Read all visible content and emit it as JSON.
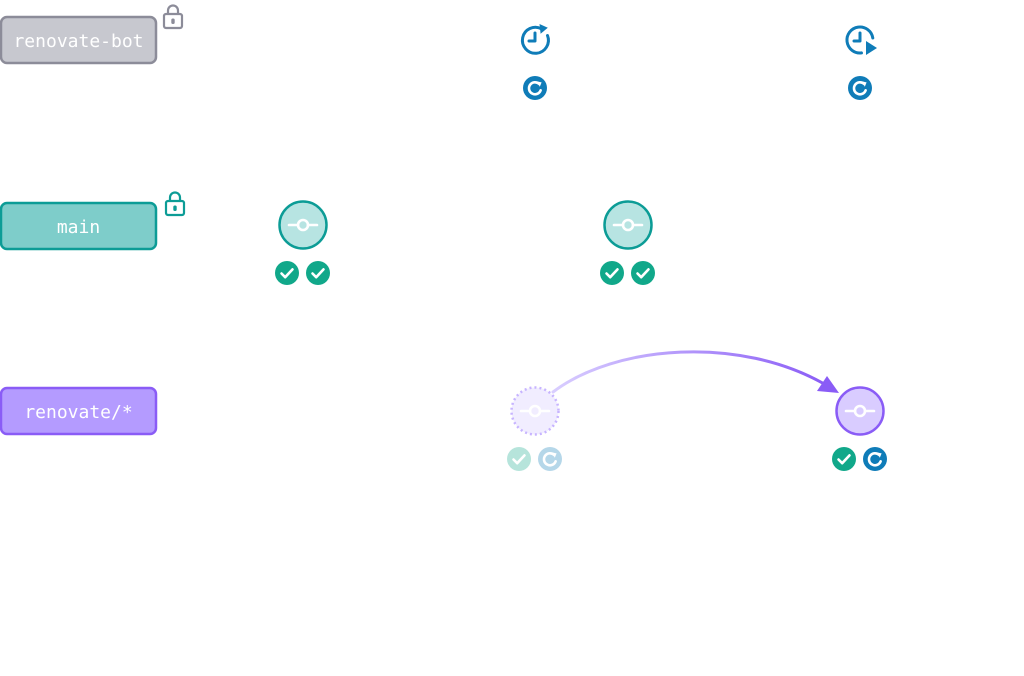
{
  "colors": {
    "bot_fill": "#C7C8CF",
    "bot_stroke": "#8C8C99",
    "main_fill": "#7ECDCA",
    "main_stroke": "#0C9C96",
    "renovate_fill": "#B49BFF",
    "renovate_stroke": "#8A5CF6",
    "check": "#11A88A",
    "sync": "#0F7CB8",
    "arrow": "#8A5CF6"
  },
  "branches": {
    "bot": {
      "label": "renovate-bot",
      "icon": "lock-icon"
    },
    "main": {
      "label": "main",
      "icon": "lock-icon"
    },
    "renovate": {
      "label": "renovate/*"
    }
  },
  "bot_lane": {
    "schedule_icons": [
      "clock-refresh-icon",
      "clock-play-icon"
    ],
    "sync_icons": [
      "sync-icon",
      "sync-icon"
    ]
  },
  "main_lane": {
    "commits": [
      {
        "icon": "commit-icon",
        "statuses": [
          "check-icon",
          "check-icon"
        ]
      },
      {
        "icon": "commit-icon",
        "statuses": [
          "check-icon",
          "check-icon"
        ]
      }
    ]
  },
  "renovate_lane": {
    "commits": [
      {
        "icon": "commit-icon",
        "state": "ghost",
        "statuses": [
          "check-icon",
          "sync-icon"
        ]
      },
      {
        "icon": "commit-icon",
        "state": "active",
        "statuses": [
          "check-icon",
          "sync-icon"
        ]
      }
    ],
    "arrow": "rebase-arrow"
  }
}
